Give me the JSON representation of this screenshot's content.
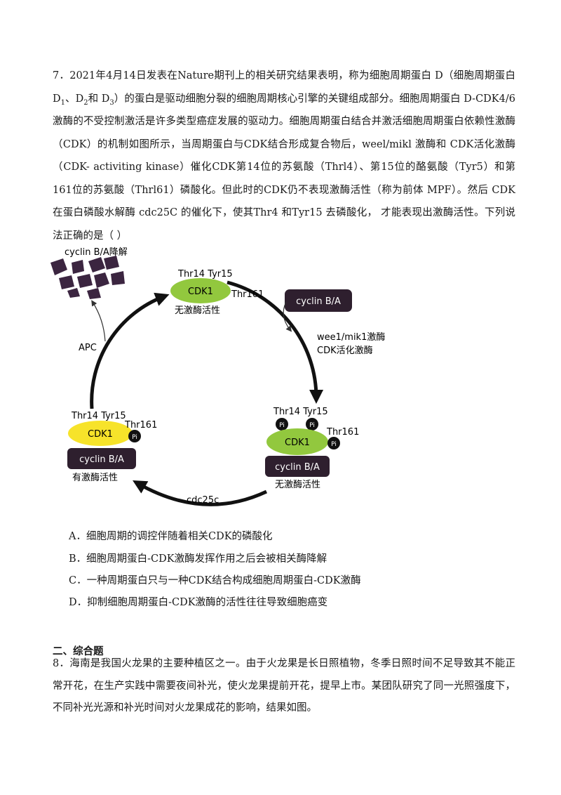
{
  "q7": {
    "stem_part1": "7．2021年4月14日发表在Nature期刊上的相关研究结果表明，称为细胞周期蛋白 D（细胞周期蛋白 D",
    "sub1": "1",
    "sep1": "、D",
    "sub2": "2",
    "sep2": "和 D",
    "sub3": "3",
    "stem_part2": "）的蛋白是驱动细胞分裂的细胞周期核心引擎的关键组成部分。细胞周期蛋白 D-CDK4/6 激酶的不受控制激活是许多类型癌症发展的驱动力。细胞周期蛋白结合并激活细胞周期蛋白依赖性激酶（CDK）的机制如图所示，当周期蛋白与CDK结合形成复合物后，weel/mikl 激酶和 CDK活化激酶（CDK- activiting kinase）催化CDK第14位的苏氨酸（Thrl4）、第15位的酪氨酸（Tyr5）和第161位的苏氨酸（Thrl61）磷酸化。但此时的CDK仍不表现激酶活性（称为前体 MPF）。然后 CDK 在蛋白磷酸水解酶 cdc25C 的催化下，使其Thr4 和Tyr15 去磷酸化， 才能表现出激酶活性。下列说法正确的是（     ）"
  },
  "diagram": {
    "degrade_label": "cyclin B/A降解",
    "top_sites": "Thr14 Tyr15",
    "top_thr161": "Thr161",
    "top_cdk": "CDK1",
    "top_status": "无激酶活性",
    "incoming_cyclin": "cyclin B/A",
    "kinase_line1": "wee1/mik1激酶",
    "kinase_line2": "CDK活化激酶",
    "right_sites": "Thr14 Tyr15",
    "right_thr161": "Thr161",
    "pi": "Pi",
    "right_cdk": "CDK1",
    "right_cyclin": "cyclin B/A",
    "right_status": "无激酶活性",
    "left_sites": "Thr14 Tyr15",
    "left_thr161": "Thr161",
    "left_cdk": "CDK1",
    "left_cyclin": "cyclin B/A",
    "left_status": "有激酶活性",
    "apc": "APC",
    "cdc25c": "cdc25c",
    "colors": {
      "cdk_green": "#92c83e",
      "cdk_yellow": "#f7e32a",
      "cyclin_dark": "#2e1f2e",
      "fragment": "#3b2540"
    }
  },
  "options": {
    "a": "A．细胞周期的调控伴随着相关CDK的磷酸化",
    "b": "B．细胞周期蛋白-CDK激酶发挥作用之后会被相关酶降解",
    "c": "C．一种周期蛋白只与一种CDK结合构成细胞周期蛋白-CDK激酶",
    "d": "D．抑制细胞周期蛋白-CDK激酶的活性往往导致细胞癌变"
  },
  "section2": {
    "title": "二、综合题"
  },
  "q8": {
    "text": "8．海南是我国火龙果的主要种植区之一。由于火龙果是长日照植物，冬季日照时间不足导致其不能正常开花，在生产实践中需要夜间补光，使火龙果提前开花，提早上市。某团队研究了同一光照强度下，不同补光光源和补光时间对火龙果成花的影响，结果如图。"
  }
}
